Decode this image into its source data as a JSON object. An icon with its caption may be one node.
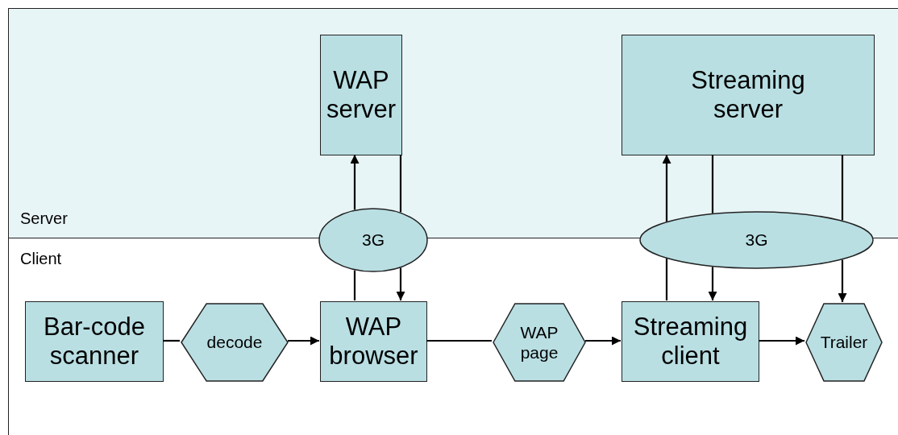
{
  "diagram": {
    "nodes": [
      {
        "text": [
          "Server"
        ]
      },
      {
        "text": [
          "Client"
        ]
      },
      {
        "text": [
          "WAP server"
        ],
        "in": 0
      },
      {
        "text": [
          "Streaming server"
        ],
        "in": 0
      },
      {
        "text": [
          "3G"
        ]
      },
      {
        "text": [
          "3G"
        ]
      },
      {
        "text": [
          "Bar-code scanner"
        ],
        "in": 1
      },
      {
        "text": [
          "decode"
        ],
        "in": 1
      },
      {
        "text": [
          "WAP browser"
        ],
        "in": 1
      },
      {
        "text": [
          "WAP page"
        ],
        "in": 1
      },
      {
        "text": [
          "Streaming client"
        ],
        "in": 1
      },
      {
        "text": [
          "Trailer"
        ],
        "in": 1
      }
    ],
    "edges": [
      {
        "from": 6,
        "to": 7,
        "arrow": "none"
      },
      {
        "from": 7,
        "to": 8,
        "arrow": "to"
      },
      {
        "from": 8,
        "to": 9,
        "arrow": "none"
      },
      {
        "from": 9,
        "to": 10,
        "arrow": "to"
      },
      {
        "from": 10,
        "to": 11,
        "arrow": "to"
      },
      {
        "from": 8,
        "to": 4,
        "arrow": "none"
      },
      {
        "from": 4,
        "to": 2,
        "arrow": "to"
      },
      {
        "from": 2,
        "to": 4,
        "arrow": "none"
      },
      {
        "from": 4,
        "to": 8,
        "arrow": "to"
      },
      {
        "from": 10,
        "to": 5,
        "arrow": "none"
      },
      {
        "from": 5,
        "to": 3,
        "arrow": "to"
      },
      {
        "from": 3,
        "to": 5,
        "arrow": "none"
      },
      {
        "from": 5,
        "to": 10,
        "arrow": "to"
      },
      {
        "from": 3,
        "to": 5,
        "arrow": "none"
      },
      {
        "from": 5,
        "to": 11,
        "arrow": "to"
      }
    ]
  }
}
